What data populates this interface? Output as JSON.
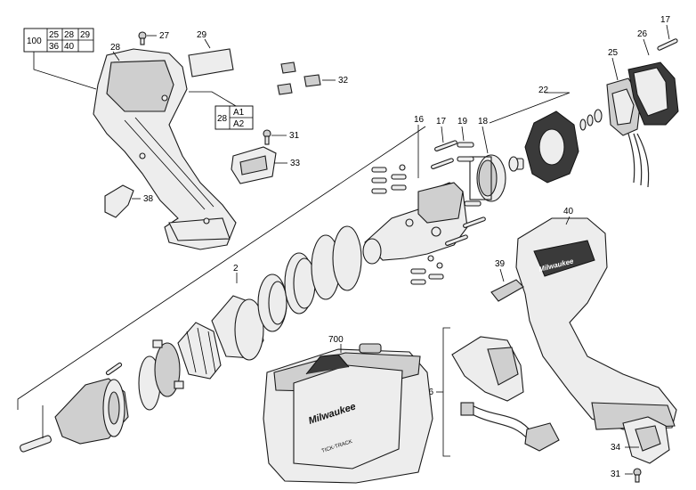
{
  "callouts": {
    "p2": "2",
    "p16": "16",
    "p17a": "17",
    "p17b": "17",
    "p18": "18",
    "p19": "19",
    "p22": "22",
    "p25": "25",
    "p26": "26",
    "p27": "27",
    "p28": "28",
    "p29": "29",
    "p31a": "31",
    "p31b": "31",
    "p32": "32",
    "p33": "33",
    "p34": "34",
    "p36": "36",
    "p38": "38",
    "p39": "39",
    "p40": "40",
    "p700": "700"
  },
  "kit_table": {
    "lead": "100",
    "row1": [
      "25",
      "28",
      "29"
    ],
    "row2": [
      "36",
      "40",
      ""
    ]
  },
  "housing_table": {
    "lead": "28",
    "row1": "A1",
    "row2": "A2"
  },
  "brand": {
    "case_logo": "Milwaukee",
    "case_badge": "TICK-TRACK",
    "tool_logo": "Milwaukee"
  }
}
